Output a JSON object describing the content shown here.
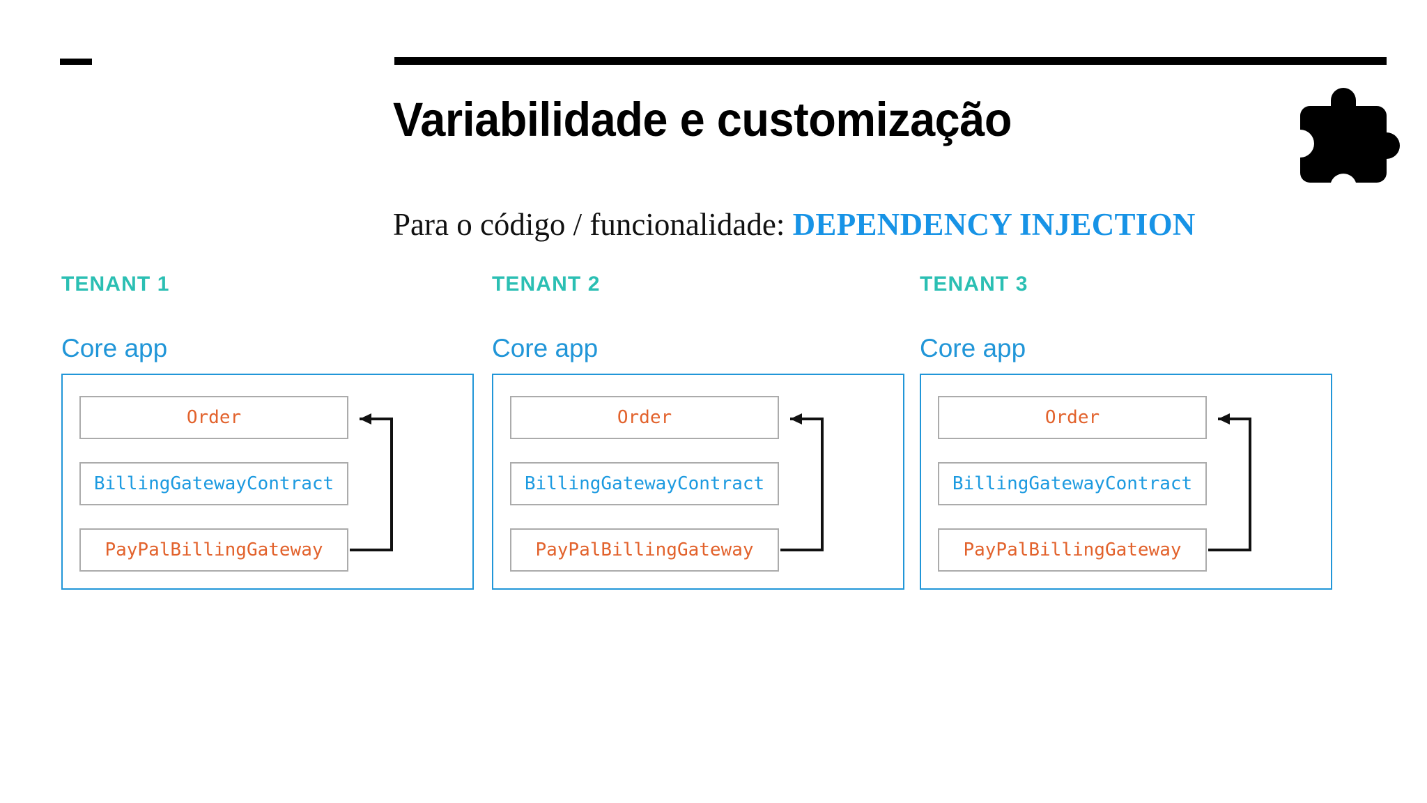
{
  "header": {
    "corner_mark": "dash-mark",
    "title": "Variabilidade e customização",
    "icon": "puzzle-piece-icon",
    "subtitle_prefix": "Para o código / funcionalidade: ",
    "subtitle_accent": "DEPENDENCY INJECTION"
  },
  "colors": {
    "tenant_label": "#2BBFB3",
    "core_label": "#2196D8",
    "container_border": "#2196D8",
    "row_border": "#ABABAB",
    "class_orange": "#E2622C",
    "class_blue": "#1C9AE0",
    "accent_blue": "#1793E6",
    "rule_black": "#000000",
    "background": "#FFFFFF"
  },
  "columns": [
    {
      "tenant_label": "TENANT 1",
      "core_label": "Core app",
      "rows": [
        {
          "name": "Order",
          "color": "orange"
        },
        {
          "name": "BillingGatewayContract",
          "color": "blue"
        },
        {
          "name": "PayPalBillingGateway",
          "color": "orange"
        }
      ],
      "arrow": "paypalbillinggateway-to-order"
    },
    {
      "tenant_label": "TENANT 2",
      "core_label": "Core app",
      "rows": [
        {
          "name": "Order",
          "color": "orange"
        },
        {
          "name": "BillingGatewayContract",
          "color": "blue"
        },
        {
          "name": "PayPalBillingGateway",
          "color": "orange"
        }
      ],
      "arrow": "paypalbillinggateway-to-order"
    },
    {
      "tenant_label": "TENANT 3",
      "core_label": "Core app",
      "rows": [
        {
          "name": "Order",
          "color": "orange"
        },
        {
          "name": "BillingGatewayContract",
          "color": "blue"
        },
        {
          "name": "PayPalBillingGateway",
          "color": "orange"
        }
      ],
      "arrow": "paypalbillinggateway-to-order"
    }
  ]
}
